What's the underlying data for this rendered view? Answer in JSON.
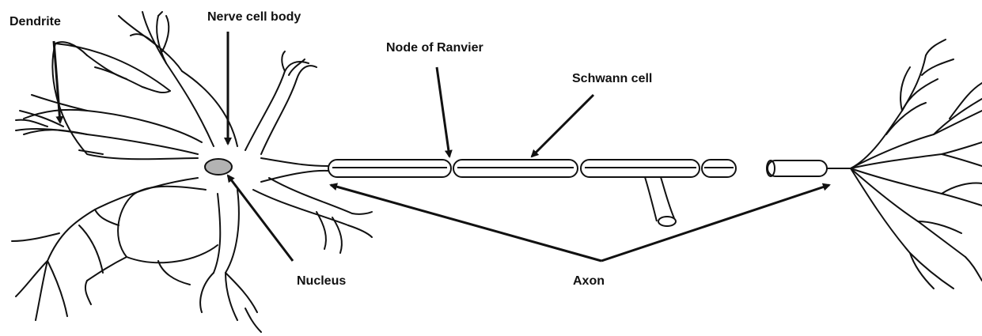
{
  "labels": {
    "dendrite": "Dendrite",
    "nerve_cell_body": "Nerve cell body",
    "node_of_ranvier": "Node of Ranvier",
    "schwann_cell": "Schwann cell",
    "nucleus": "Nucleus",
    "axon": "Axon"
  },
  "colors": {
    "line": "#111111",
    "nucleus_fill": "#b3b3b3",
    "background": "#ffffff"
  }
}
